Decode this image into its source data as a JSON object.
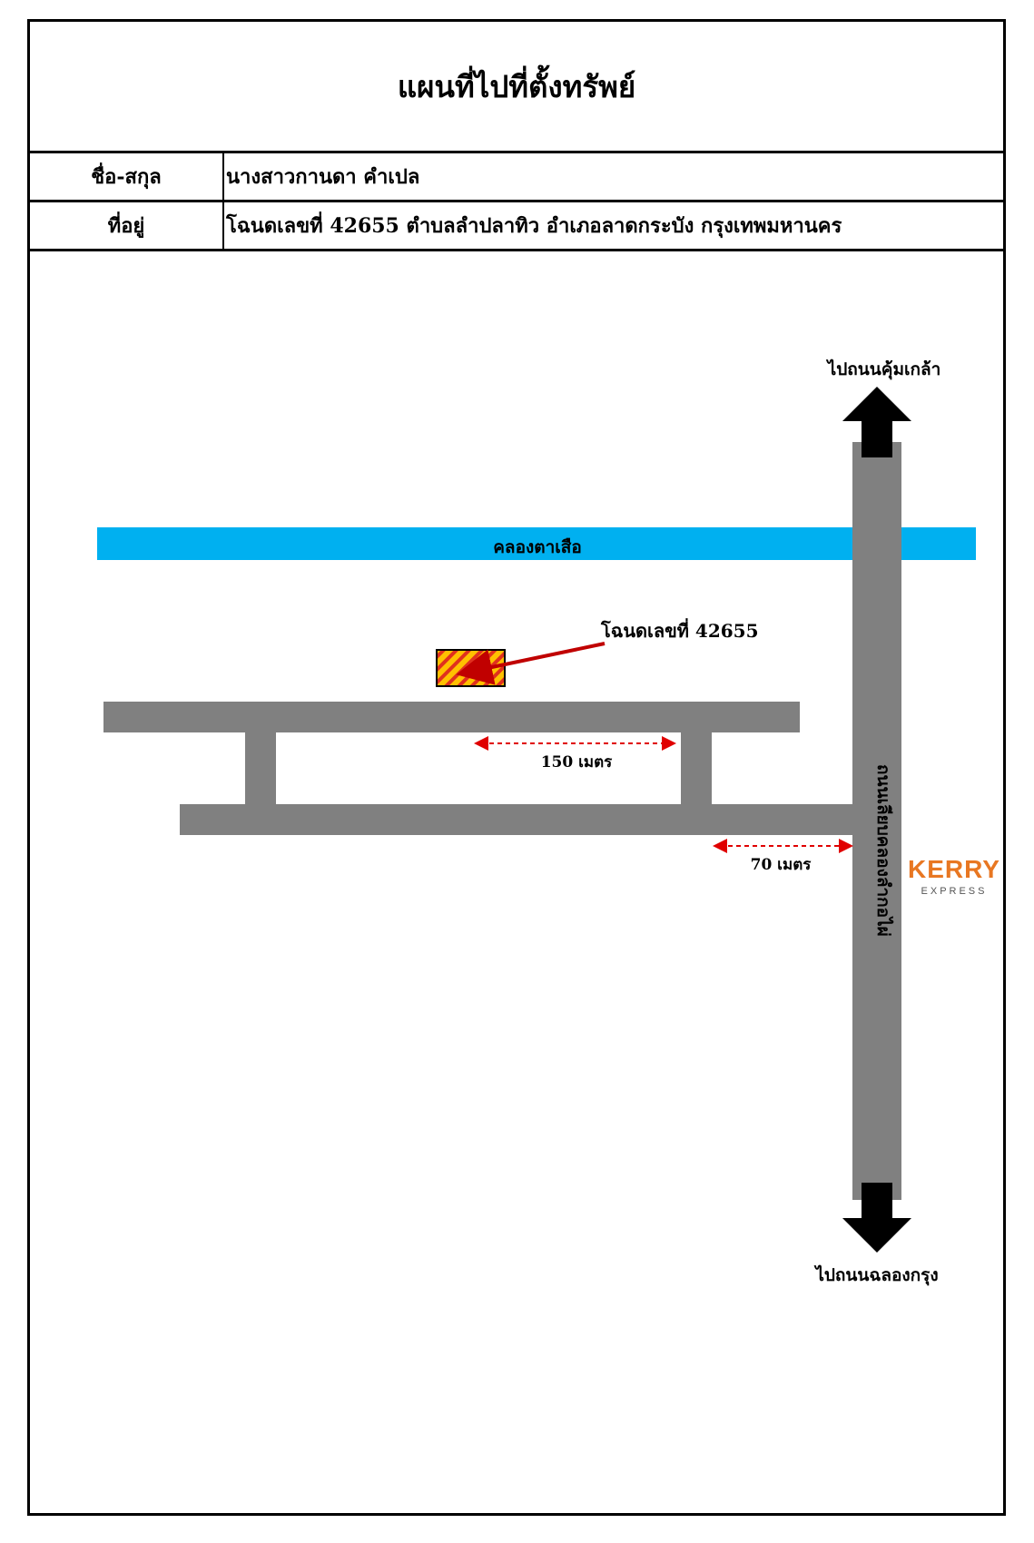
{
  "title": "แผนที่ไปที่ตั้งทรัพย์",
  "info": {
    "name_label": "ชื่อ-สกุล",
    "name_value": "นางสาวกานดา คำเปล",
    "address_label": "ที่อยู่",
    "address_value": "โฉนดเลขที่ 42655 ตำบลลำปลาทิว อำเภอลาดกระบัง กรุงเทพมหานคร"
  },
  "map": {
    "north_label": "ไปถนนคุ้มเกล้า",
    "south_label": "ไปถนนฉลองกรุง",
    "canal_label": "คลองตาเสือ",
    "main_road_label": "ถนนเลียบคลองลำกอไผ่",
    "parcel_label": "โฉนดเลขที่ 42655",
    "distance_1": "150 เมตร",
    "distance_2": "70 เมตร",
    "logo_text": "KERRY",
    "logo_subtext": "EXPRESS",
    "colors": {
      "road": "#808080",
      "canal": "#00b0f0",
      "parcel_fill": "#ffc000",
      "parcel_stripe": "#e0301e",
      "pointer": "#c00000",
      "distance": "#e00000",
      "arrow": "#000000",
      "logo": "#e87722"
    }
  }
}
